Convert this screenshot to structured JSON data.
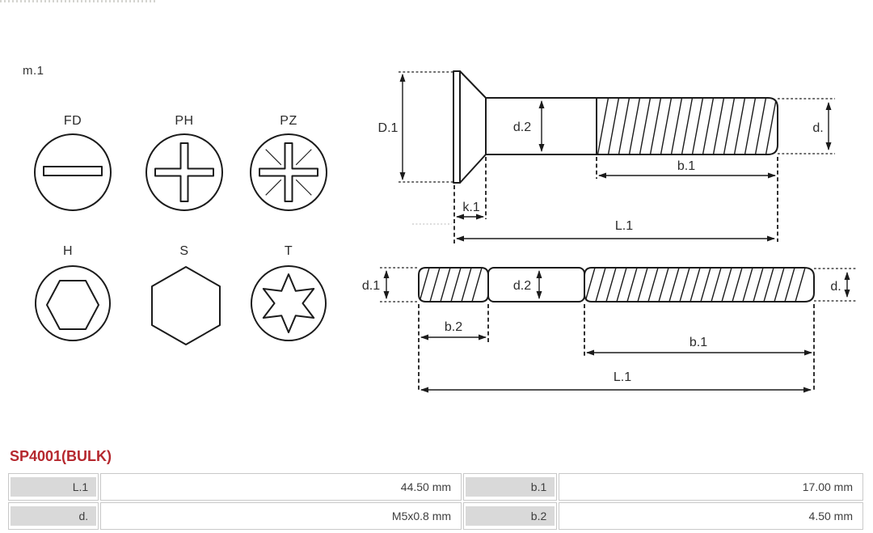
{
  "header": {
    "material_label": "m.1"
  },
  "drive_symbols": [
    {
      "code": "FD"
    },
    {
      "code": "PH"
    },
    {
      "code": "PZ"
    },
    {
      "code": "H"
    },
    {
      "code": "S"
    },
    {
      "code": "T"
    }
  ],
  "screw_side_view": {
    "dims": {
      "D1": "D.1",
      "d2": "d.2",
      "d": "d.",
      "k1": "k.1",
      "b1": "b.1",
      "L1": "L.1"
    }
  },
  "stud_side_view": {
    "dims": {
      "d1": "d.1",
      "d2": "d.2",
      "d": "d.",
      "b2": "b.2",
      "b1": "b.1",
      "L1": "L.1"
    }
  },
  "product": {
    "code": "SP4001(BULK)"
  },
  "colors": {
    "accent": "#b5282e",
    "line": "#1b1b1b",
    "table_label_bg": "#d9d9d9",
    "table_border": "#c9c9c9"
  },
  "spec_table": {
    "rows": [
      {
        "cells": [
          {
            "label": "L.1",
            "value": "44.50 mm"
          },
          {
            "label": "b.1",
            "value": "17.00 mm"
          }
        ]
      },
      {
        "cells": [
          {
            "label": "d.",
            "value": "M5x0.8 mm"
          },
          {
            "label": "b.2",
            "value": "4.50 mm"
          }
        ]
      }
    ]
  }
}
